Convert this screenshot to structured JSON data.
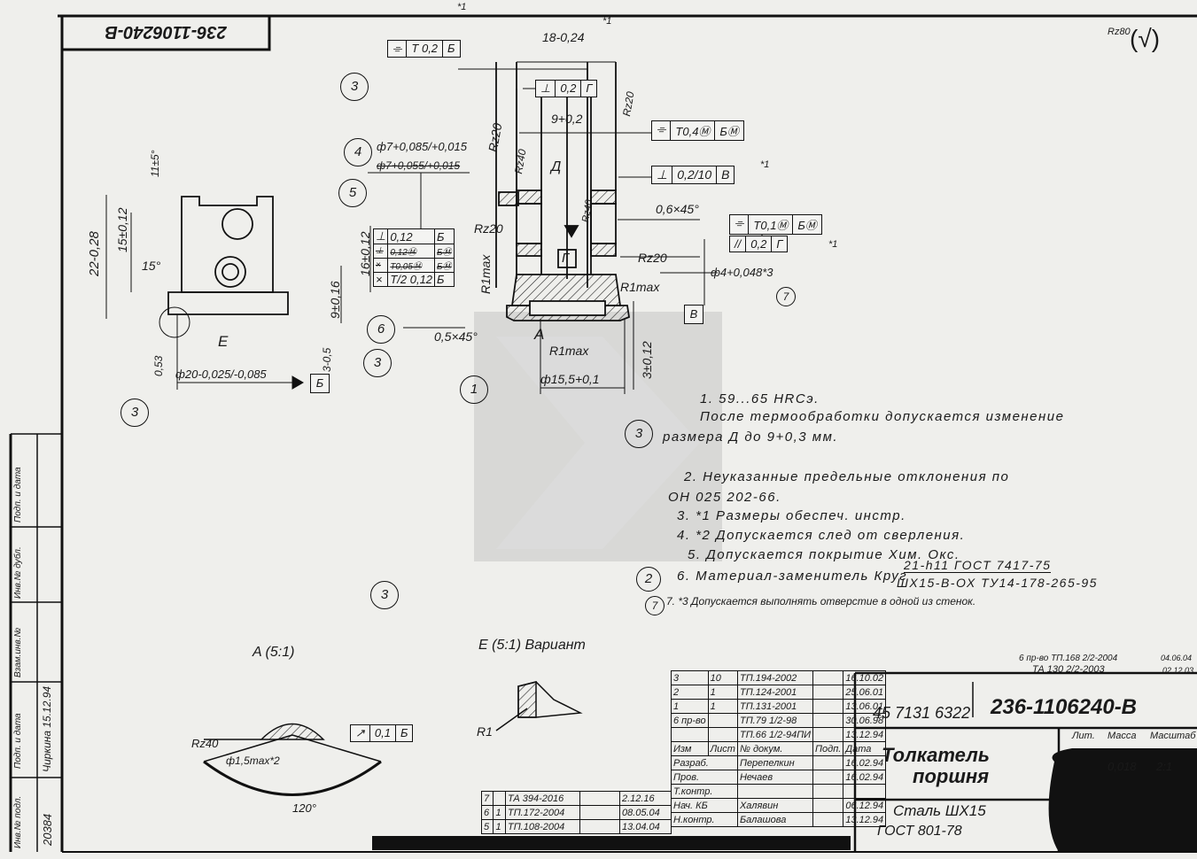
{
  "doc_number_stamp": "236-1106240-В",
  "roughness_general": "Rz80",
  "roughness_general_symbol": "(√)",
  "dims": [
    "18-0,24",
    "9+0,2",
    "Rz20",
    "Rz20",
    "Rz40",
    "Д",
    "Rz40",
    "0,6×45°",
    "Rz20",
    "R1max",
    "Rz20",
    "R1max",
    "ф4+0,048*3",
    "A",
    "R1max",
    "ф15,5+0,1",
    "3±0,12",
    "0,5×45°",
    "ф7+0,085/+0,015",
    "ф7+0,055/+0,015",
    "11±5°",
    "15±0,12",
    "22-0,28",
    "15°",
    "E",
    "3-0,5",
    "0,53",
    "ф20-0,025/-0,085",
    "16±0,12",
    "9±0,16",
    "Г",
    "*1",
    "*1",
    "*1",
    "*1"
  ],
  "datums": [
    "Б",
    "В"
  ],
  "fcf": {
    "sym_top": {
      "symbol": "⌯",
      "value": "T 0,2",
      "datum": "Б"
    },
    "perp_slot": {
      "symbol": "⊥",
      "value": "0,2",
      "datum": "Г"
    },
    "sym_t04": {
      "symbol": "⌯",
      "value": "T0,4Ⓜ",
      "datum": "БⓂ"
    },
    "perp_b": {
      "symbol": "⊥",
      "value": "0,2/10",
      "datum": "В"
    },
    "sym_t01": {
      "symbol": "⌯",
      "value": "T0,1Ⓜ",
      "datum": "БⓂ"
    },
    "par": {
      "symbol": "//",
      "value": "0,2",
      "datum": "Г"
    },
    "left_table": [
      {
        "symbol": "⊥",
        "value": "0,12",
        "datum": "Б"
      },
      {
        "symbol": "⊥",
        "value": "0,12Ⓜ",
        "datum": "БⓂ"
      },
      {
        "symbol": "×",
        "value": "T0,05Ⓜ",
        "datum": "БⓂ"
      },
      {
        "symbol": "×",
        "value": "T/2 0,12",
        "datum": "Б"
      }
    ],
    "runout": {
      "symbol": "↗",
      "value": "0,1",
      "datum": "Б"
    }
  },
  "callouts": [
    "3",
    "4",
    "5",
    "6",
    "3",
    "1",
    "3",
    "7",
    "3",
    "2",
    "7",
    "3"
  ],
  "views": {
    "detail_a": "A  (5:1)",
    "detail_e": "Е  (5:1) Вариант",
    "a_rz": "Rz40",
    "a_hole": "ф1,5max*2",
    "a_angle": "120°",
    "e_radius": "R1"
  },
  "notes": [
    "1. 59...65 HRCэ.",
    "После термообработки допускается изменение",
    "размера Д до 9+0,3 мм.",
    "2. Неуказанные предельные отклонения по",
    "ОН 025 202-66.",
    "3. *1 Размеры обеспеч. инстр.",
    "4. *2 Допускается след от сверления.",
    "5. Допускается покрытие Хим. Окс.",
    "6. Материал-заменитель  Круг",
    "21-h11  ГОСТ 7417-75",
    "ШХ15-В-ОХ ТУ14-178-265-95",
    "7. *3 Допускается выполнять отверстие в одной из стенок."
  ],
  "title_block": {
    "change_notes": [
      "6 пр-во ТП.168 2/2-2004",
      "ТА 130 2/2-2003",
      "04.06.04",
      "02.12.03"
    ],
    "code": "45 7131 6322",
    "designation": "236-1106240-В",
    "name_line1": "Толкатель",
    "name_line2": "поршня",
    "material_line1": "Сталь ШХ15",
    "material_line2": "ГОСТ 801-78",
    "lit_label": "Лит.",
    "mass_label": "Масса",
    "scale_label": "Масштаб",
    "mass": "0,018",
    "scale": "2:1",
    "revisions": [
      [
        "3",
        "10",
        "ТП.194-2002",
        "16.10.02"
      ],
      [
        "2",
        "1",
        "ТП.124-2001",
        "25.06.01"
      ],
      [
        "1",
        "1",
        "ТП.131-2001",
        "13.06.01"
      ],
      [
        "6 пр-во",
        "",
        "ТП.79 1/2-98",
        "30.06.98"
      ],
      [
        "",
        "",
        "ТП.66 1/2-94ПИ",
        "13.12.94"
      ]
    ],
    "rev_header": [
      "Изм",
      "Лист",
      "№ докум.",
      "Подп.",
      "Дата"
    ],
    "signatures": [
      [
        "Разраб.",
        "Перепелкин",
        "16.02.94"
      ],
      [
        "Пров.",
        "Нечаев",
        "16.02.94"
      ],
      [
        "Т.контр.",
        "",
        ""
      ],
      [
        "Нач. КБ",
        "Халявин",
        "06.12.94"
      ],
      [
        "Н.контр.",
        "Балашова",
        "13.12.94"
      ]
    ],
    "lower_revisions": [
      [
        "7",
        "",
        "ТА 394-2016",
        "2.12.16"
      ],
      [
        "6",
        "1",
        "ТП.172-2004",
        "08.05.04"
      ],
      [
        "5",
        "1",
        "ТП.108-2004",
        "13.04.04"
      ]
    ]
  },
  "left_strip": {
    "inv_orig_label": "Инв.№ подл.",
    "inv_orig": "20384",
    "sign_date_label": "Подп. и дата",
    "sign_date": "Чиркина 15.12.94",
    "replace_label": "Взам.инв.№",
    "dup_label": "Инв.№ дубл.",
    "sign_date2_label": "Подп. и дата"
  }
}
